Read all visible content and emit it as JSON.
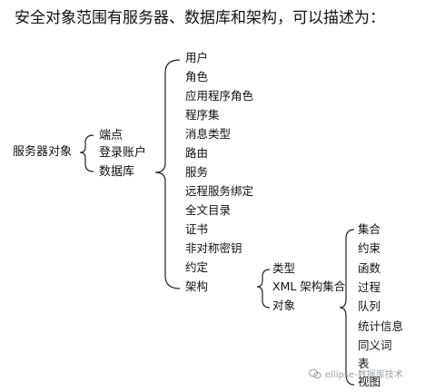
{
  "heading": "安全对象范围有服务器、数据库和架构，可以描述为：",
  "root": "服务器对象",
  "level1": [
    "端点",
    "登录账户",
    "数据库"
  ],
  "database_children": [
    "用户",
    "角色",
    "应用程序角色",
    "程序集",
    "消息类型",
    "路由",
    "服务",
    "远程服务绑定",
    "全文目录",
    "证书",
    "非对称密钥",
    "约定",
    "架构"
  ],
  "schema_children": [
    "类型",
    "XML 架构集合",
    "对象"
  ],
  "object_children": [
    "集合",
    "约束",
    "函数",
    "过程",
    "队列",
    "统计信息",
    "同义词",
    "表",
    "视图"
  ],
  "watermark": "ellipse-数据库技术"
}
